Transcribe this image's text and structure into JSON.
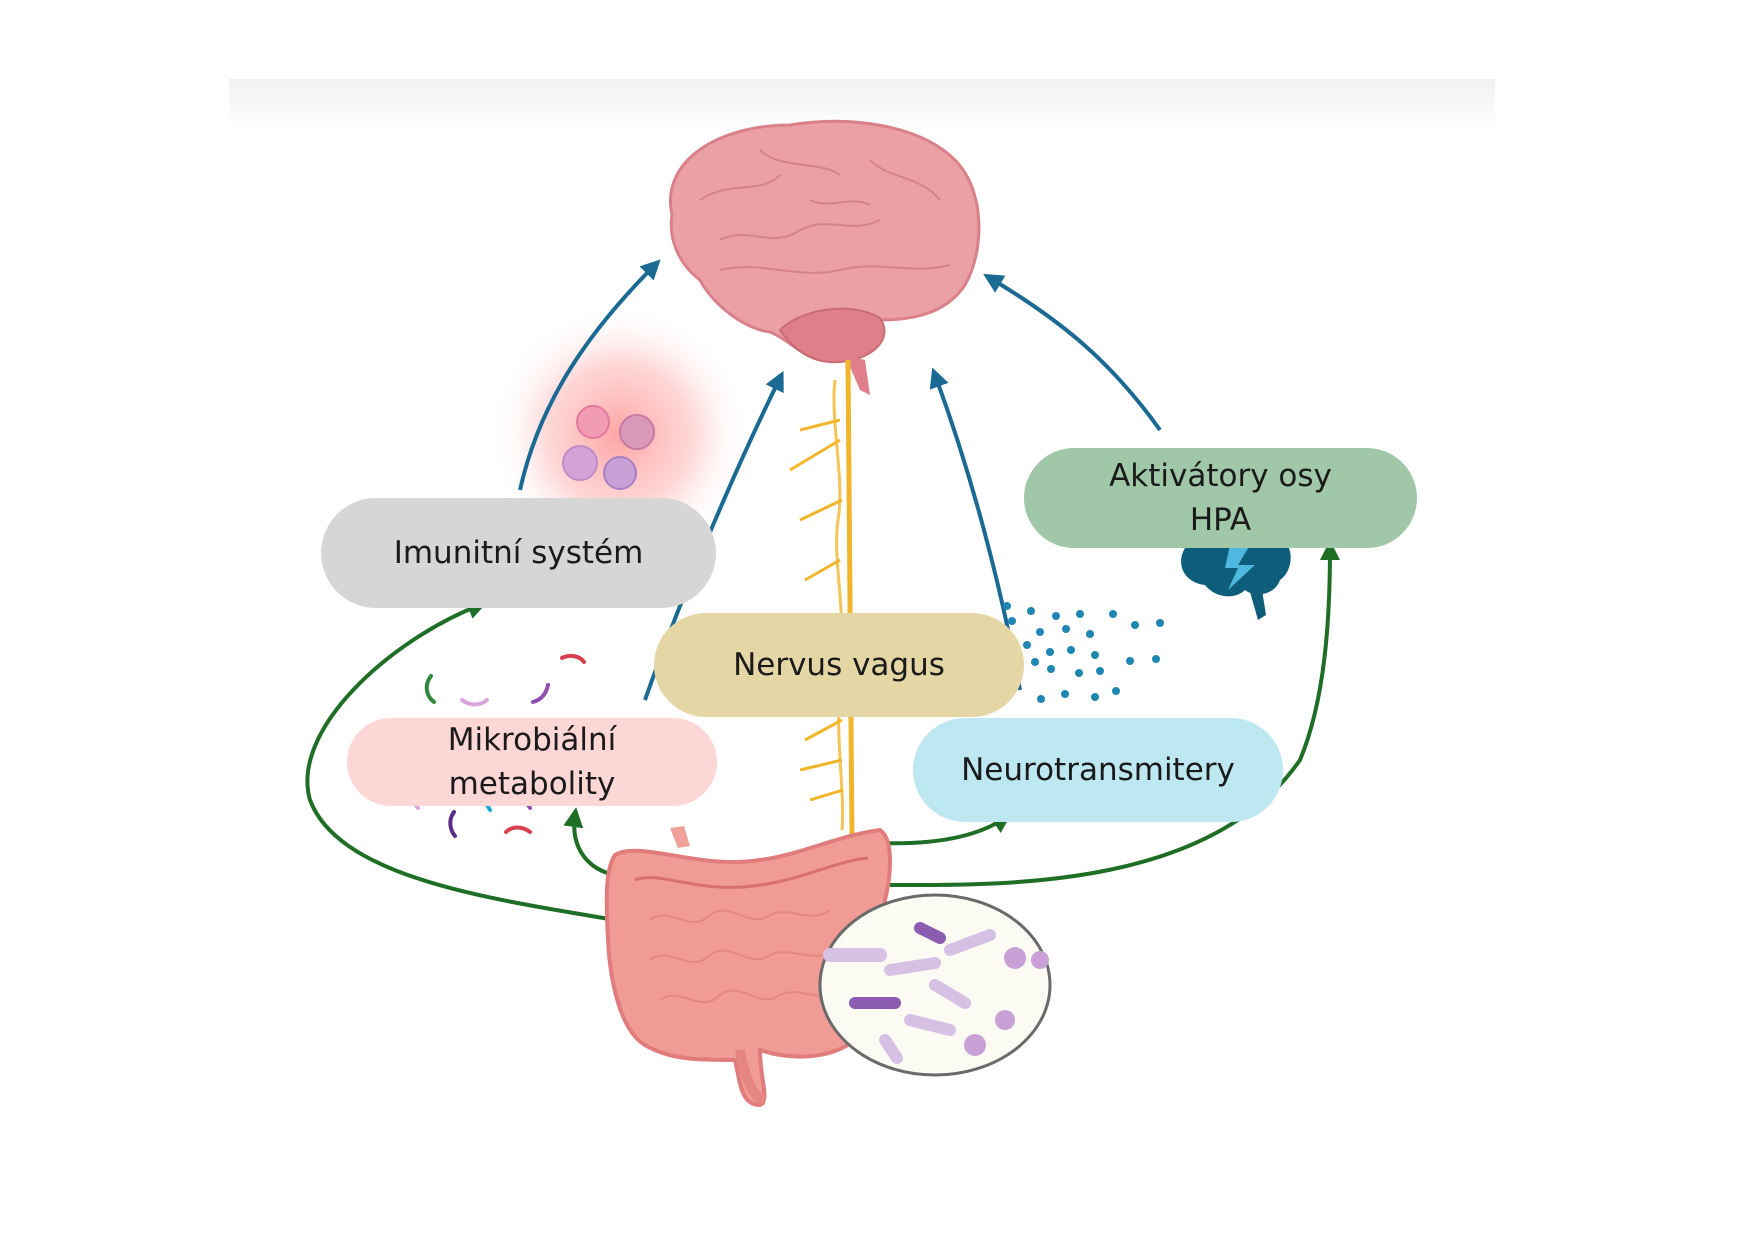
{
  "diagram": {
    "title": "Gut-brain axis",
    "labels": {
      "immune": "Imunitní systém",
      "hpa_line1": "Aktivátory osy",
      "hpa_line2": "HPA",
      "vagus": "Nervus vagus",
      "microbial_line1": "Mikrobiální",
      "microbial_line2": "metabolity",
      "neuro": "Neurotransmitery"
    },
    "colors": {
      "immune_pill": "#d6d6d6",
      "hpa_pill": "#a0c7a7",
      "vagus_pill": "#e5d7a5",
      "microbial_pill": "#fdd6d6",
      "neuro_pill": "#bde8f1",
      "blue_arrow": "#1b6a93",
      "green_arrow": "#1f6e25",
      "brain": "#e8959a",
      "gut": "#e88a88",
      "nerve": "#f1b52c"
    },
    "icons": [
      "brain-icon",
      "spinal-nerve-icon",
      "intestine-icon",
      "bacteria-magnifier-icon",
      "immune-cells-icon",
      "neurotransmitter-dots-icon",
      "stressed-brain-icon",
      "metabolite-fragments-icon"
    ]
  }
}
